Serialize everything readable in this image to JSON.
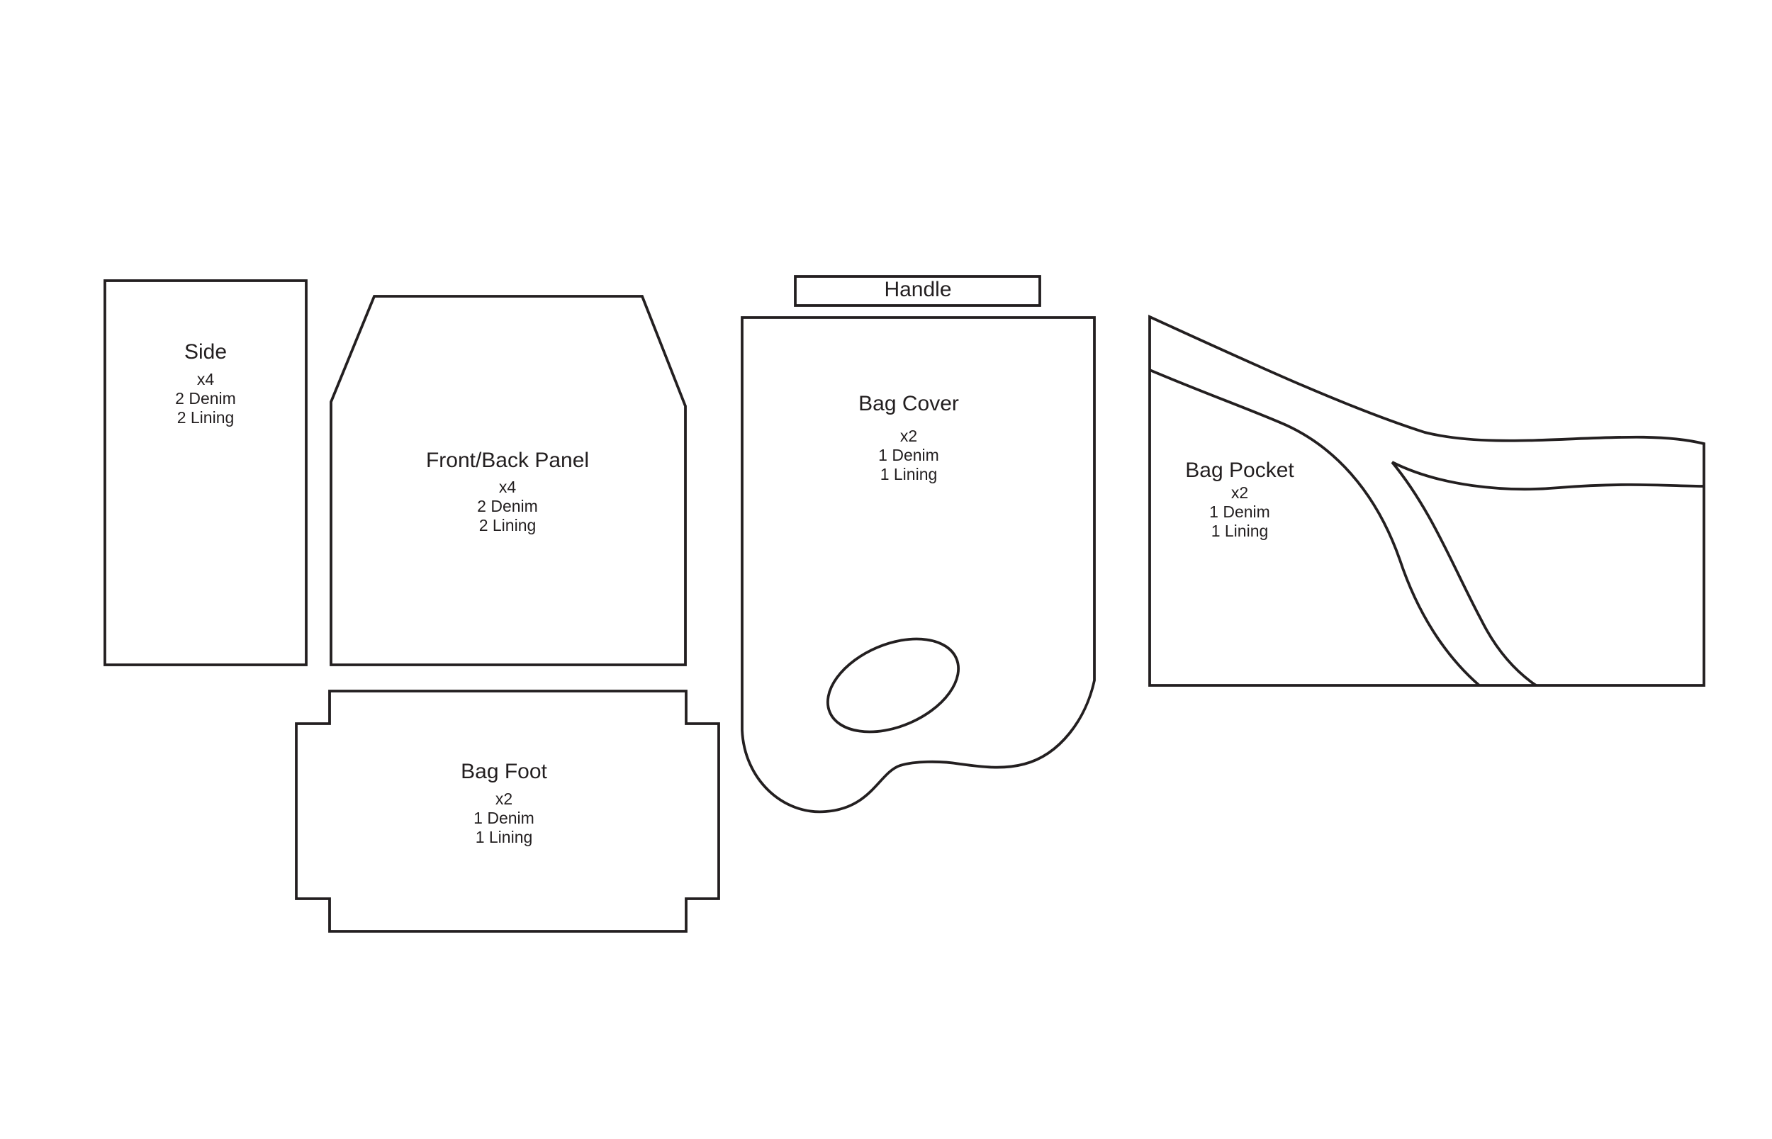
{
  "pieces": {
    "side": {
      "name": "Side",
      "qty": "x4",
      "denim": "2 Denim",
      "lining": "2 Lining"
    },
    "front_back_panel": {
      "name": "Front/Back Panel",
      "qty": "x4",
      "denim": "2 Denim",
      "lining": "2 Lining"
    },
    "bag_foot": {
      "name": "Bag Foot",
      "qty": "x2",
      "denim": "1 Denim",
      "lining": "1 Lining"
    },
    "handle": {
      "name": "Handle"
    },
    "bag_cover": {
      "name": "Bag Cover",
      "qty": "x2",
      "denim": "1 Denim",
      "lining": "1 Lining"
    },
    "bag_pocket": {
      "name": "Bag Pocket",
      "qty": "x2",
      "denim": "1 Denim",
      "lining": "1 Lining"
    }
  },
  "colors": {
    "line": "#231f20",
    "background": "#ffffff"
  }
}
